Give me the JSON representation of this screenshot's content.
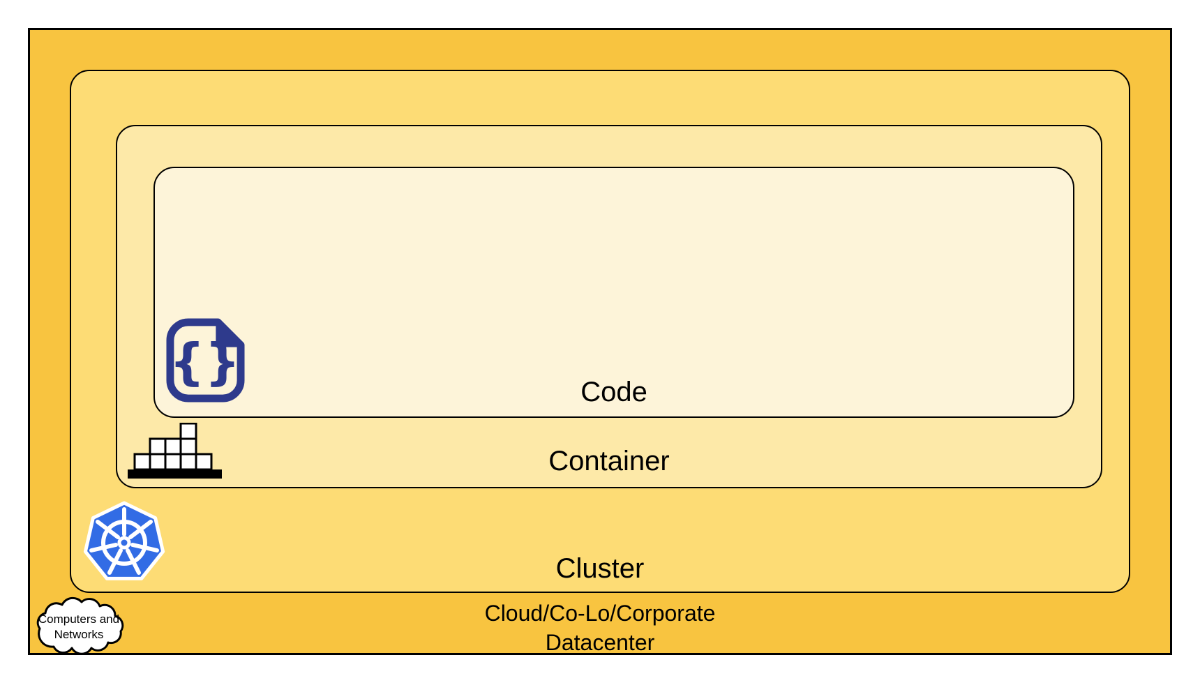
{
  "diagram": {
    "layers": {
      "code": {
        "label": "Code",
        "fill": "#FDF4D9"
      },
      "container": {
        "label": "Container",
        "fill": "#FDE9A8"
      },
      "cluster": {
        "label": "Cluster",
        "fill": "#FDDC75"
      },
      "datacenter": {
        "label_line1": "Cloud/Co-Lo/Corporate",
        "label_line2": "Datacenter",
        "fill": "#F8C440"
      }
    },
    "cloud_callout": {
      "line1": "Computers and",
      "line2": "Networks"
    },
    "icons": {
      "code_file": {
        "name": "code-file-icon",
        "glyph": "{}",
        "color": "#2E3A8C"
      },
      "container_stack": {
        "name": "container-stack-icon",
        "color": "#000000"
      },
      "kubernetes": {
        "name": "kubernetes-icon",
        "color": "#326CE5"
      },
      "cloud": {
        "name": "cloud-icon",
        "color": "#FFFFFF"
      }
    },
    "outline_color": "#000000"
  }
}
